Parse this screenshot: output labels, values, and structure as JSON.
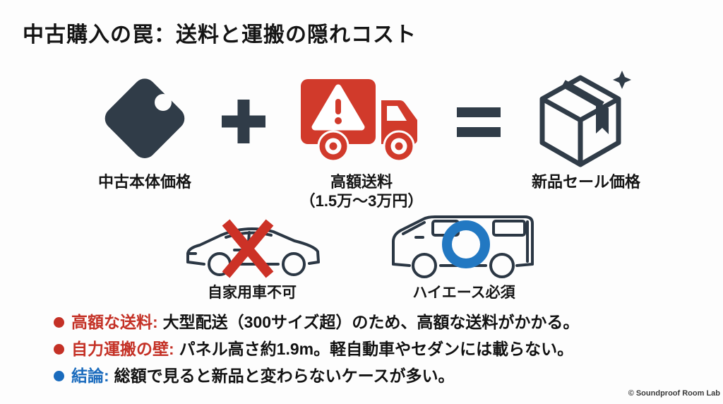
{
  "title": "中古購入の罠：送料と運搬の隠れコスト",
  "equation": {
    "tag_label": "中古本体価格",
    "plus_symbol": "+",
    "truck_label_line1": "高額送料",
    "truck_label_line2": "（1.5万～3万円）",
    "equals_symbol": "=",
    "box_label": "新品セール価格"
  },
  "vehicles": {
    "car_label": "自家用車不可",
    "van_label": "ハイエース必須"
  },
  "bullets": [
    {
      "lead": "高額な送料:",
      "text": "大型配送（300サイズ超）のため、高額な送料がかかる。",
      "color": "#c43126"
    },
    {
      "lead": "自力運搬の壁:",
      "text": "パネル高さ約1.9m。軽自動車やセダンには載らない。",
      "color": "#c43126"
    },
    {
      "lead": "結論:",
      "text": "総額で見ると新品と変わらないケースが多い。",
      "color": "#1a6bbd"
    }
  ],
  "footer": {
    "copyright": "© Soundproof Room Lab"
  },
  "icons": {
    "tag": "price-tag-icon",
    "plus": "plus-icon",
    "truck": "warning-truck-icon",
    "equals": "equals-icon",
    "box": "new-product-box-icon",
    "sparkle": "sparkle-icon",
    "car": "sedan-car-icon",
    "cross": "red-cross-mark-icon",
    "van": "hiace-van-icon",
    "circle": "blue-circle-mark-icon"
  },
  "colors": {
    "dark_slate": "#303c48",
    "truck_red": "#d13a2b",
    "cross_red": "#cc3126",
    "circle_blue": "#2278c2",
    "bullet_red": "#c43126",
    "bullet_blue": "#1a6bbd",
    "outline_navy": "#2b3744"
  }
}
